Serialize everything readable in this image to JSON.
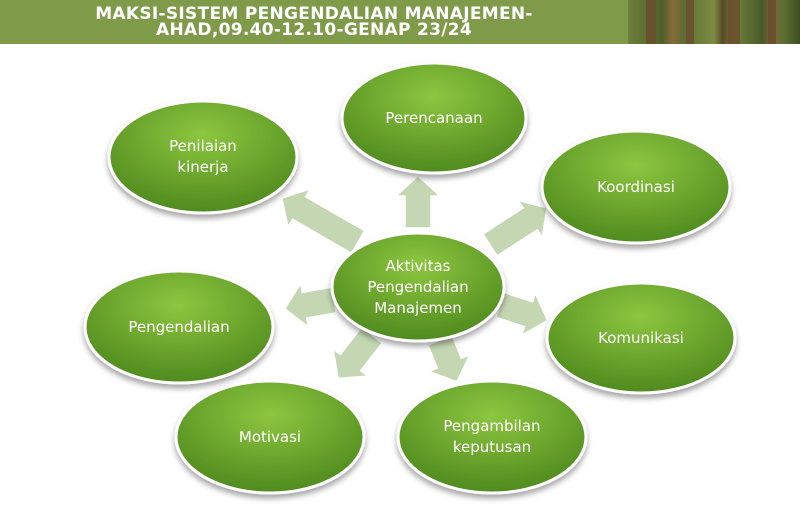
{
  "header": {
    "title_line1": "MAKSI-SISTEM PENGENDALIAN MANAJEMEN-",
    "title_line2": "AHAD,09.40-12.10-GENAP 23/24"
  },
  "diagram": {
    "center": "Aktivitas\nPengendalian\nManajemen",
    "nodes": [
      {
        "id": "perencanaan",
        "label": "Perencanaan"
      },
      {
        "id": "koordinasi",
        "label": "Koordinasi"
      },
      {
        "id": "komunikasi",
        "label": "Komunikasi"
      },
      {
        "id": "pengambilan-keputusan",
        "label": "Pengambilan\nkeputusan"
      },
      {
        "id": "motivasi",
        "label": "Motivasi"
      },
      {
        "id": "pengendalian",
        "label": "Pengendalian"
      },
      {
        "id": "penilaian-kinerja",
        "label": "Penilaian\nkinerja"
      }
    ],
    "colors": {
      "node_fill_light": "#8dc63f",
      "node_fill_dark": "#4f8a1e",
      "node_stroke": "#ffffff",
      "arrow_fill": "#c4d6b2",
      "arrow_stroke": "#ffffff",
      "banner": "#7f9b4a"
    }
  }
}
